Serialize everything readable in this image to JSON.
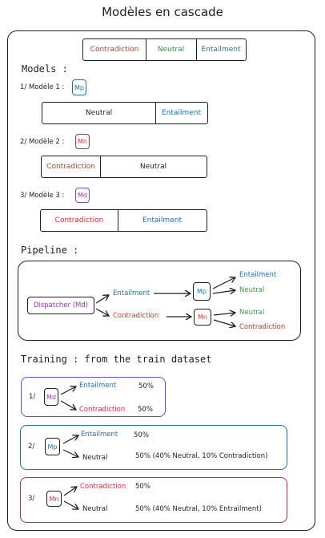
{
  "title": "Modèles en cascade",
  "colors": {
    "contradiction": "#e03131",
    "neutral": "#2f9e44",
    "entailment": "#1971c2",
    "dispatcher": "#9c36b5",
    "mp_border": "#1971c2",
    "mn_border": "#c2255c",
    "md_border": "#7048e8"
  },
  "labels": {
    "contradiction": "Contradiction",
    "neutral": "Neutral",
    "entailment": "Entailment"
  },
  "top_bar": [
    "Contradiction",
    "Neutral",
    "Entailment"
  ],
  "models": {
    "heading": "Models :",
    "m1": {
      "label": "1/ Modèle 1 :",
      "badge": "Mp",
      "segments": [
        "Neutral",
        "Entailment"
      ]
    },
    "m2": {
      "label": "2/ Modèle 2 :",
      "badge": "Mn",
      "segments": [
        "Contradiction",
        "Neutral"
      ]
    },
    "m3": {
      "label": "3/ Modèle 3 :",
      "badge": "Md",
      "segments": [
        "Contradiction",
        "Entailment"
      ]
    }
  },
  "pipeline": {
    "heading": "Pipeline :",
    "dispatcher": "Dispatcher (Md)",
    "branch_top": "Entailment",
    "branch_bottom": "Contradiction",
    "mp": "Mp",
    "mn": "Mn",
    "mp_out": [
      "Entailment",
      "Neutral"
    ],
    "mn_out": [
      "Neutral",
      "Contradiction"
    ]
  },
  "training": {
    "heading": "Training : from the train dataset",
    "steps": [
      {
        "num": "1/",
        "badge": "Md",
        "rows": [
          {
            "label": "Entailment",
            "value": "50%"
          },
          {
            "label": "Contradiction",
            "value": "50%"
          }
        ]
      },
      {
        "num": "2/",
        "badge": "Mp",
        "rows": [
          {
            "label": "Entailment",
            "value": "50%"
          },
          {
            "label": "Neutral",
            "value": "50% (40% Neutral, 10% Contradiction)"
          }
        ]
      },
      {
        "num": "3/",
        "badge": "Mn",
        "rows": [
          {
            "label": "Contradiction",
            "value": "50%"
          },
          {
            "label": "Neutral",
            "value": "50% (40% Neutral, 10% Entrailment)"
          }
        ]
      }
    ]
  }
}
